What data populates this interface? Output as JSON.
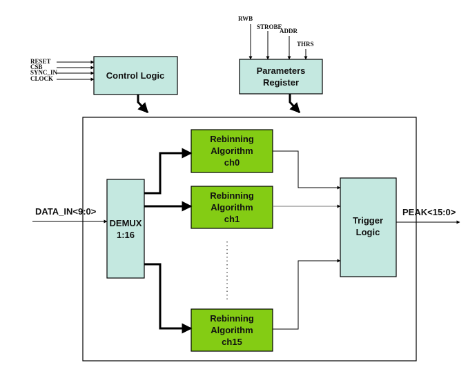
{
  "control_inputs": [
    "RESET",
    "CSB",
    "SYNC_IN",
    "CLOCK"
  ],
  "parameter_inputs": [
    "RWB",
    "STROBE",
    "ADDR",
    "THRS"
  ],
  "blocks": {
    "control_logic": "Control Logic",
    "parameters_register": [
      "Parameters",
      "Register"
    ],
    "demux": [
      "DEMUX",
      "1:16"
    ],
    "trigger_logic": [
      "Trigger",
      "Logic"
    ],
    "rebinning_ch0": [
      "Rebinning",
      "Algorithm",
      "ch0"
    ],
    "rebinning_ch1": [
      "Rebinning",
      "Algorithm",
      "ch1"
    ],
    "rebinning_ch15": [
      "Rebinning",
      "Algorithm",
      "ch15"
    ]
  },
  "signals": {
    "input": "DATA_IN<9:0>",
    "output": "PEAK<15:0>"
  },
  "colors": {
    "block_fill": "#c4e8e0",
    "rebinning_fill": "#84cc14"
  }
}
